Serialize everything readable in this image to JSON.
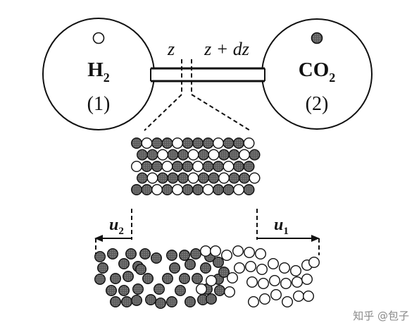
{
  "diagram": {
    "bulb_left": {
      "species_main": "H",
      "species_sub": "2",
      "index": "(1)"
    },
    "bulb_right": {
      "species_main": "CO",
      "species_sub": "2",
      "index": "(2)"
    },
    "tube_label_left": "z",
    "tube_label_right": "z + dz",
    "velocity_left": {
      "symbol": "u",
      "sub": "2"
    },
    "velocity_right": {
      "symbol": "u",
      "sub": "1"
    }
  },
  "colors": {
    "ink": "#111111",
    "dark_molecule": "#6a6a6a",
    "light_molecule": "#ffffff"
  },
  "watermark": "知乎 @包子"
}
